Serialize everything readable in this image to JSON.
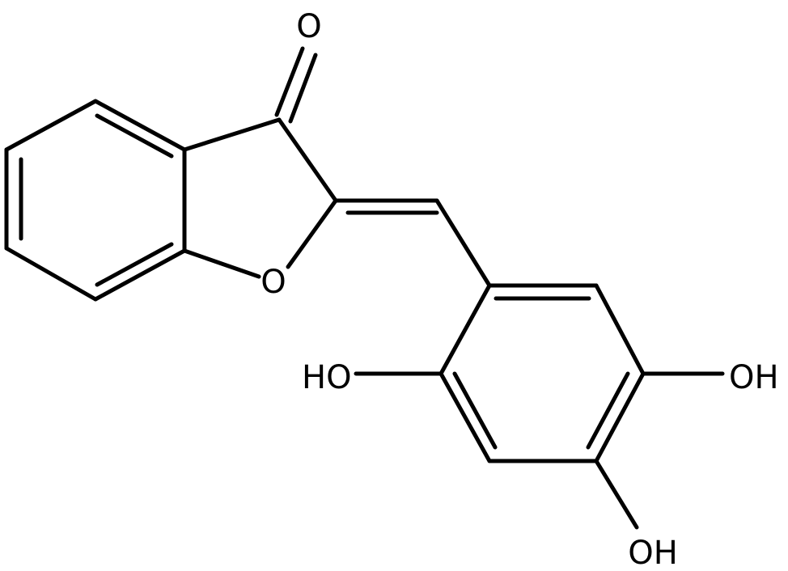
{
  "molecule": {
    "atoms": {
      "carbonyl_oxygen": "O",
      "ring_oxygen": "O",
      "hydroxyl_left": "HO",
      "hydroxyl_right": "OH",
      "hydroxyl_bottom": "OH"
    }
  },
  "colors": {
    "bond": "#000000",
    "background": "#ffffff"
  }
}
